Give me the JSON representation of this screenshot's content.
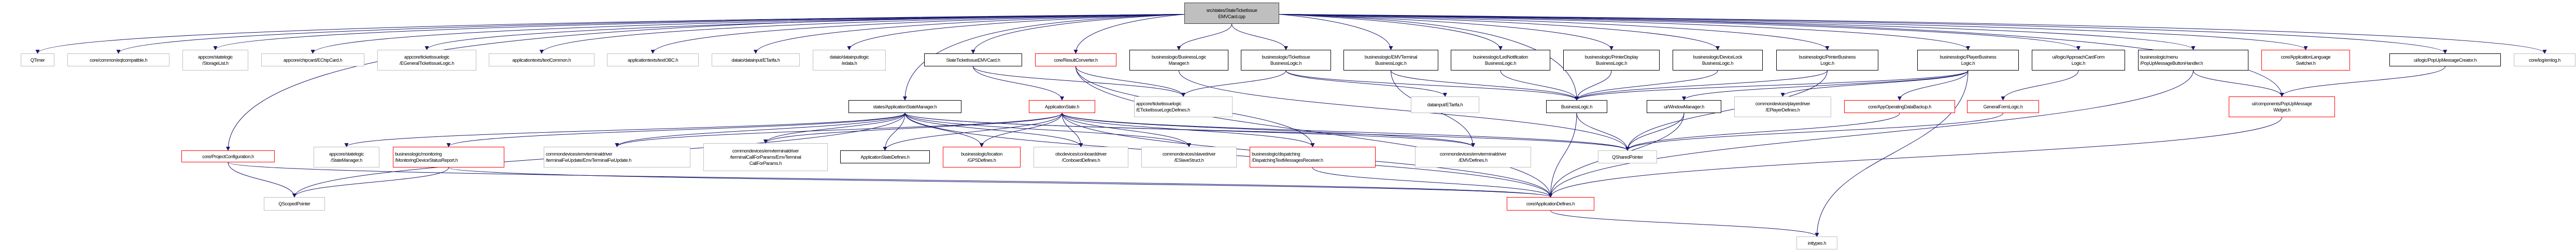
{
  "graph": {
    "edge_color": "#191970",
    "style_colors": {
      "root": "#bfbfbf",
      "black": "#000000",
      "red": "#ff0000",
      "gray": "#bfbfbf"
    },
    "nodes": {
      "root": {
        "label": "src/states/StateTicketIssue\nEMVCard.cpp",
        "style": "root"
      },
      "qtimer": {
        "label": "QTimer",
        "style": "gray"
      },
      "eqtcompatible": {
        "label": "core/common/eqtcompatible.h",
        "style": "gray"
      },
      "storagelist": {
        "label": "appcore/statelogic\n/StorageList.h",
        "style": "gray"
      },
      "echipcard": {
        "label": "appcore/chipcard/EChipCard.h",
        "style": "gray"
      },
      "egeneralticket": {
        "label": "appcore/ticketissuelogic\n/EGeneralTicketIssueLogic.h",
        "style": "gray"
      },
      "textcommon": {
        "label": "applicationtexts/textCommon.h",
        "style": "gray"
      },
      "textobc": {
        "label": "applicationtexts/textOBC.h",
        "style": "gray"
      },
      "dataio_etarifa": {
        "label": "dataio/datainput/ETarifa.h",
        "style": "gray"
      },
      "edata": {
        "label": "dataio/datainputlogic\n/edata.h",
        "style": "gray"
      },
      "stateticket_h": {
        "label": "StateTicketIssueEMVCard.h",
        "style": "black"
      },
      "resultconverter": {
        "label": "core/ResultConverter.h",
        "style": "red"
      },
      "blmanager": {
        "label": "businesslogic/BusinessLogic\nManager.h",
        "style": "black"
      },
      "ticketissuebl": {
        "label": "businesslogic/TicketIssue\nBusinessLogic.h",
        "style": "black"
      },
      "emvterminalbl": {
        "label": "businesslogic/EMVTerminal\nBusinessLogic.h",
        "style": "black"
      },
      "ledbl": {
        "label": "businesslogic/LedNotification\nBusinessLogic.h",
        "style": "black"
      },
      "printerdisplaybl": {
        "label": "businesslogic/PrinterDisplay\nBusinessLogic.h",
        "style": "black"
      },
      "devicelockbl": {
        "label": "businesslogic/DeviceLock\nBusinessLogic.h",
        "style": "black"
      },
      "printerbl": {
        "label": "businesslogic/PrinterBusiness\nLogic.h",
        "style": "black"
      },
      "playerbl": {
        "label": "businesslogic/PlayerBusiness\nLogic.h",
        "style": "black"
      },
      "approachcard": {
        "label": "ui/logic/ApproachCardForm\nLogic.h",
        "style": "black"
      },
      "popupbuttonhandler": {
        "label": "businesslogic/menu\n/PopUpMessageButtonHandler.h",
        "style": "black"
      },
      "langswitcher": {
        "label": "core/ApplicationLanguage\nSwitcher.h",
        "style": "red"
      },
      "popupcreator": {
        "label": "ui/logic/PopUpMessageCreator.h",
        "style": "black"
      },
      "emlog": {
        "label": "core/log/emlog.h",
        "style": "gray"
      },
      "appstatemanager": {
        "label": "states/ApplicationStateManager.h",
        "style": "black"
      },
      "appstate": {
        "label": "ApplicationState.h",
        "style": "red"
      },
      "eticketdefines": {
        "label": "appcore/ticketissuelogic\n/ETicketIssueLogicDefines.h",
        "style": "gray"
      },
      "datainput_etarifa": {
        "label": "datainput/ETarifa.h",
        "style": "gray"
      },
      "businesslogic": {
        "label": "BusinessLogic.h",
        "style": "black"
      },
      "windowmanager": {
        "label": "ui/WindowManager.h",
        "style": "black"
      },
      "eplayerdefines": {
        "label": "commondevices/playerdriver\n/EPlayerDefines.h",
        "style": "gray"
      },
      "appopbackup": {
        "label": "core/AppOperatingDataBackup.h",
        "style": "red"
      },
      "generalformlogic": {
        "label": "GeneralFormLogic.h",
        "style": "red"
      },
      "popupwidget": {
        "label": "ui/components/PopUpMessage\nWidget.h",
        "style": "red"
      },
      "projectconfig": {
        "label": "core/ProjectConfiguration.h",
        "style": "red"
      },
      "statemanager": {
        "label": "appcore/statelogic\n/StateManager.h",
        "style": "gray"
      },
      "monitoring": {
        "label": "businesslogic/monitoring\n/MonitoringDeviceStatusReport.h",
        "style": "red"
      },
      "fwupdate": {
        "label": "commondevices/emvterminaldriver\n/terminalFwUpdate/EmvTerminalFwUpdate.h",
        "style": "gray"
      },
      "callforparams": {
        "label": "commondevices/emvterminaldriver\n/terminalCallForParams/EmvTerminal\nCallForParams.h",
        "style": "gray"
      },
      "appstatedefines": {
        "label": "ApplicationStateDefines.h",
        "style": "black"
      },
      "gpsdefines": {
        "label": "businesslogic/location\n/GPSDefines.h",
        "style": "red"
      },
      "conboarddefines": {
        "label": "obcdevices/conboarddriver\n/ConboardDefines.h",
        "style": "gray"
      },
      "eslavestruct": {
        "label": "commondevices/slavedriver\n/ESlaveStruct.h",
        "style": "gray"
      },
      "dispatching": {
        "label": "businesslogic/dispatching\n/DispatchingTextMessagesReceiver.h",
        "style": "red"
      },
      "emvdefines": {
        "label": "commondevices/emvterminaldriver\n/EMVDefines.h",
        "style": "gray"
      },
      "qsharedpointer": {
        "label": "QSharedPointer",
        "style": "gray"
      },
      "qscopedpointer": {
        "label": "QScopedPointer",
        "style": "gray"
      },
      "appdefines": {
        "label": "core/ApplicationDefines.h",
        "style": "red"
      },
      "inttypes": {
        "label": "inttypes.h",
        "style": "gray"
      }
    },
    "edges": [
      [
        "root",
        "qtimer"
      ],
      [
        "root",
        "eqtcompatible"
      ],
      [
        "root",
        "storagelist"
      ],
      [
        "root",
        "echipcard"
      ],
      [
        "root",
        "egeneralticket"
      ],
      [
        "root",
        "textcommon"
      ],
      [
        "root",
        "textobc"
      ],
      [
        "root",
        "dataio_etarifa"
      ],
      [
        "root",
        "edata"
      ],
      [
        "root",
        "stateticket_h"
      ],
      [
        "root",
        "resultconverter"
      ],
      [
        "root",
        "blmanager"
      ],
      [
        "root",
        "ticketissuebl"
      ],
      [
        "root",
        "emvterminalbl"
      ],
      [
        "root",
        "ledbl"
      ],
      [
        "root",
        "printerdisplaybl"
      ],
      [
        "root",
        "devicelockbl"
      ],
      [
        "root",
        "printerbl"
      ],
      [
        "root",
        "playerbl"
      ],
      [
        "root",
        "approachcard"
      ],
      [
        "root",
        "popupbuttonhandler"
      ],
      [
        "root",
        "langswitcher"
      ],
      [
        "root",
        "popupcreator"
      ],
      [
        "root",
        "emlog"
      ],
      [
        "root",
        "projectconfig"
      ],
      [
        "root",
        "appstatemanager"
      ],
      [
        "root",
        "popupwidget"
      ],
      [
        "root",
        "businesslogic"
      ],
      [
        "stateticket_h",
        "appstate"
      ],
      [
        "stateticket_h",
        "eticketdefines"
      ],
      [
        "resultconverter",
        "eticketdefines"
      ],
      [
        "resultconverter",
        "dispatching"
      ],
      [
        "resultconverter",
        "appdefines"
      ],
      [
        "blmanager",
        "qsharedpointer"
      ],
      [
        "ticketissuebl",
        "eticketdefines"
      ],
      [
        "ticketissuebl",
        "datainput_etarifa"
      ],
      [
        "ticketissuebl",
        "businesslogic"
      ],
      [
        "emvterminalbl",
        "businesslogic"
      ],
      [
        "emvterminalbl",
        "emvdefines"
      ],
      [
        "ledbl",
        "businesslogic"
      ],
      [
        "printerdisplaybl",
        "businesslogic"
      ],
      [
        "devicelockbl",
        "businesslogic"
      ],
      [
        "printerbl",
        "businesslogic"
      ],
      [
        "printerbl",
        "qsharedpointer"
      ],
      [
        "playerbl",
        "businesslogic"
      ],
      [
        "playerbl",
        "windowmanager"
      ],
      [
        "playerbl",
        "eplayerdefines"
      ],
      [
        "playerbl",
        "appopbackup"
      ],
      [
        "playerbl",
        "inttypes"
      ],
      [
        "approachcard",
        "generalformlogic"
      ],
      [
        "popupbuttonhandler",
        "popupwidget"
      ],
      [
        "popupbuttonhandler",
        "appdefines"
      ],
      [
        "popupcreator",
        "popupwidget"
      ],
      [
        "popupwidget",
        "appdefines"
      ],
      [
        "businesslogic",
        "qsharedpointer"
      ],
      [
        "businesslogic",
        "appdefines"
      ],
      [
        "windowmanager",
        "qsharedpointer"
      ],
      [
        "windowmanager",
        "appdefines"
      ],
      [
        "appopbackup",
        "qsharedpointer"
      ],
      [
        "generalformlogic",
        "qsharedpointer"
      ],
      [
        "appstatemanager",
        "statemanager"
      ],
      [
        "appstatemanager",
        "monitoring"
      ],
      [
        "appstatemanager",
        "fwupdate"
      ],
      [
        "appstatemanager",
        "callforparams"
      ],
      [
        "appstatemanager",
        "appstatedefines"
      ],
      [
        "appstatemanager",
        "gpsdefines"
      ],
      [
        "appstatemanager",
        "conboarddefines"
      ],
      [
        "appstatemanager",
        "eslavestruct"
      ],
      [
        "appstatemanager",
        "emvdefines"
      ],
      [
        "appstatemanager",
        "qsharedpointer"
      ],
      [
        "appstatemanager",
        "appdefines"
      ],
      [
        "appstatemanager",
        "qscopedpointer"
      ],
      [
        "appstate",
        "fwupdate"
      ],
      [
        "appstate",
        "callforparams"
      ],
      [
        "appstate",
        "appstatedefines"
      ],
      [
        "appstate",
        "gpsdefines"
      ],
      [
        "appstate",
        "conboarddefines"
      ],
      [
        "appstate",
        "eslavestruct"
      ],
      [
        "appstate",
        "dispatching"
      ],
      [
        "appstate",
        "emvdefines"
      ],
      [
        "appstate",
        "qsharedpointer"
      ],
      [
        "appstate",
        "appdefines"
      ],
      [
        "projectconfig",
        "qscopedpointer"
      ],
      [
        "projectconfig",
        "appdefines"
      ],
      [
        "monitoring",
        "qscopedpointer"
      ],
      [
        "monitoring",
        "appdefines"
      ],
      [
        "dispatching",
        "appdefines"
      ],
      [
        "appdefines",
        "inttypes"
      ]
    ]
  }
}
